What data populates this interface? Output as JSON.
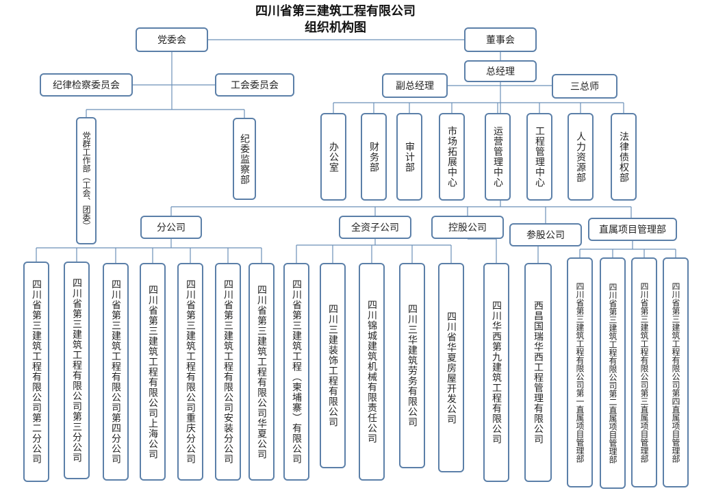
{
  "title": {
    "line1": "四川省第三建筑工程有限公司",
    "line2": "组织机构图"
  },
  "nodes": {
    "party_committee": "党委会",
    "board": "董事会",
    "general_manager": "总经理",
    "discipline_committee": "纪律检察委员会",
    "union_committee": "工会委员会",
    "deputy_gm": "副总经理",
    "three_chiefs": "三总师",
    "party_mass_dept": "党群工作部（工会、团委）",
    "discipline_supervision": "纪委监察部",
    "departments": [
      "办公室",
      "财务部",
      "审计部",
      "市场拓展中心",
      "运营管理中心",
      "工程管理中心",
      "人力资源部",
      "法律债权部"
    ],
    "branch": "分公司",
    "wholly_owned": "全资子公司",
    "holding": "控股公司",
    "shareholding": "参股公司",
    "direct_projects": "直属项目管理部",
    "branch_units": [
      "四川省第三建筑工程有限公司第二分公司",
      "四川省第三建筑工程有限公司第三分公司",
      "四川省第三建筑工程有限公司第四分公司",
      "四川省第三建筑工程有限公司上海公司",
      "四川省第三建筑工程有限公司重庆分公司",
      "四川省第三建筑工程有限公司安装分公司",
      "四川省第三建筑工程有限公司华夏公司"
    ],
    "wholly_owned_units": [
      "四川省第三建筑工程（柬埔寨）有限公司",
      "四川三建装饰工程有限公司",
      "四川锦城建筑机械有限责任公司",
      "四川三华建筑劳务有限公司",
      "四川省华夏房屋开发公司"
    ],
    "holding_units": [
      "四川华西第九建筑工程有限公司"
    ],
    "shareholding_units": [
      "西昌国瑞华西工程管理有限公司"
    ],
    "direct_project_units": [
      "四川省第三建筑工程有限公司第一直属项目管理部",
      "四川省第三建筑工程有限公司第二直属项目管理部",
      "四川省第三建筑工程有限公司第三直属项目管理部",
      "四川省第三建筑工程有限公司第四直属项目管理部"
    ]
  },
  "colors": {
    "box_border": "#5b7fa8",
    "line": "#6a8fb8",
    "text": "#222222"
  }
}
